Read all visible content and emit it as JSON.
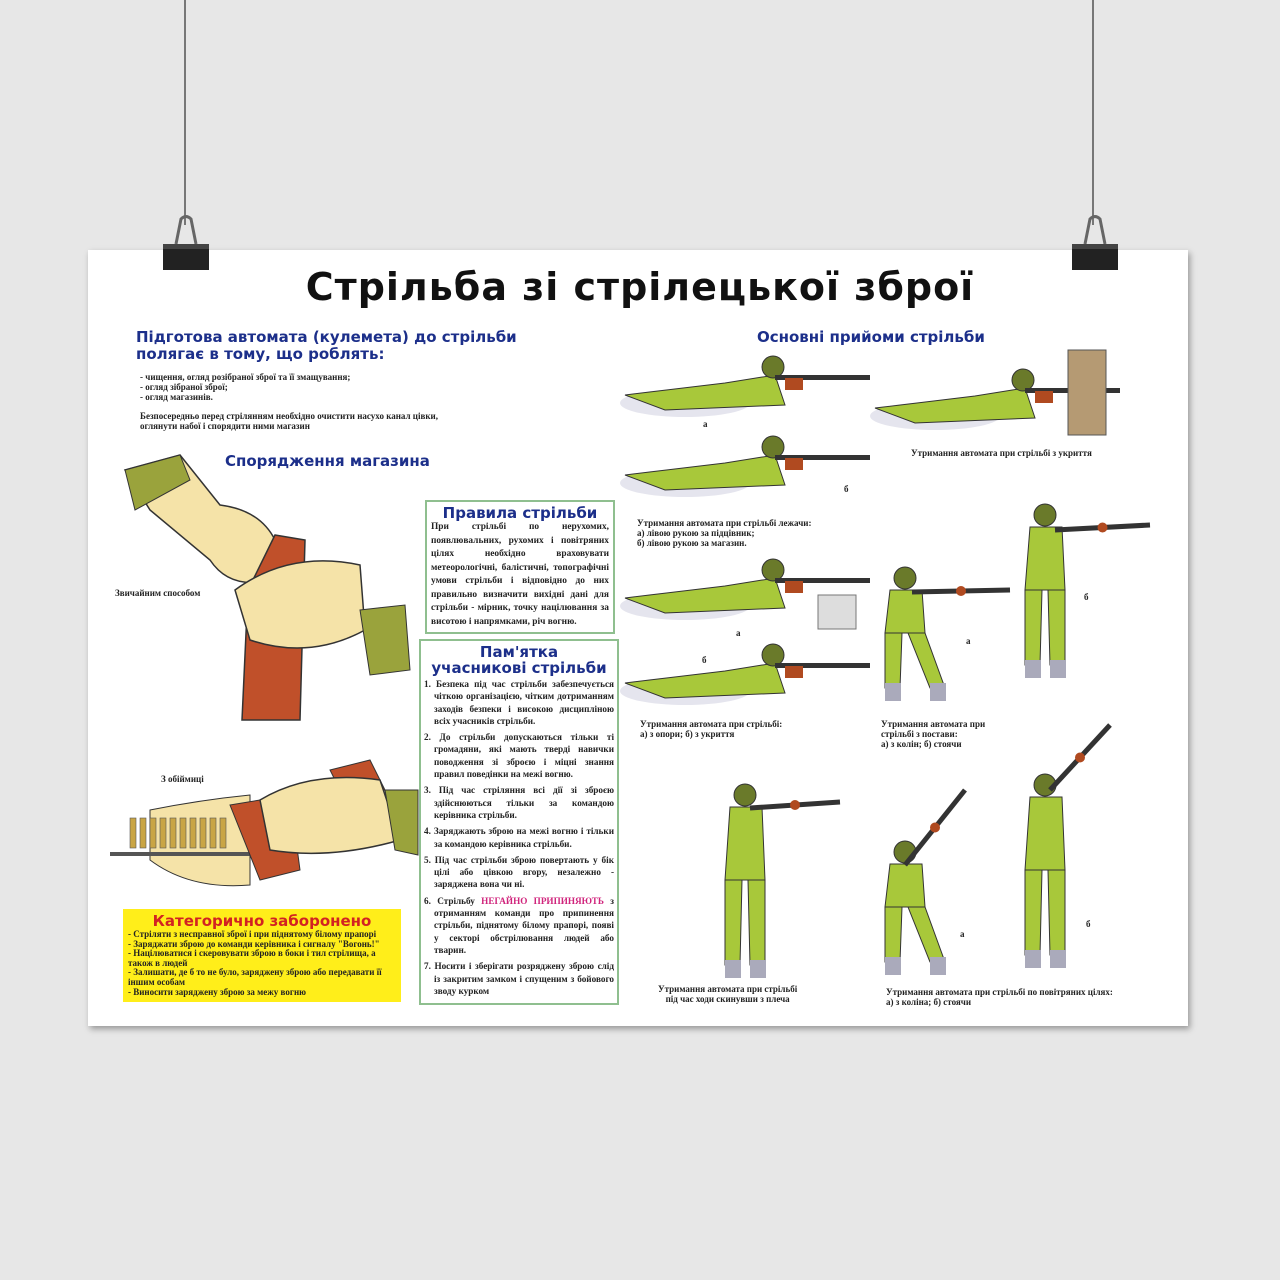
{
  "title": "Стрільба зі стрілецької зброї",
  "preparation": {
    "heading_line1": "Підготова автомата (кулемета) до стрільби",
    "heading_line2": "полягає в тому, що роблять:",
    "items": [
      "- чищення, огляд розібраної зброї та її змащування;",
      "- огляд зібраної зброї;",
      "- огляд магазинів."
    ],
    "note_line1": "Безпосередньо перед стрілянням необхідно очистити насухо канал цівки,",
    "note_line2": "оглянути набої і спорядити ними магазин"
  },
  "magazine": {
    "heading": "Спорядження магазина",
    "label_normal": "Звичайним способом",
    "label_clip": "З обіймиці"
  },
  "rules": {
    "heading": "Правила стрільби",
    "text": "При стрільбі по нерухомих, появлювальних, рухомих і повітряних цілях необхідно враховувати метеорологічні, балістичні, топографічні умови стрільби і відповідно до них правильно визначити вихідні дані для стрільби - мірник, точку націлювання за висотою і напрямками, річ вогню."
  },
  "memo": {
    "heading_line1": "Пам'ятка",
    "heading_line2": "учасникові стрільби",
    "items": [
      "1. Безпека під час стрільби забезпечується чіткою організацією, чітким дотриманням заходів безпеки і високою дисципліною всіх учасників стрільби.",
      "2. До стрільби допускаються тільки ті громадяни, які мають тверді навички поводження зі зброєю і міцні знання правил поведінки на межі вогню.",
      "3. Під час стріляння всі дії зі зброєю здійснюються тільки за командою керівника стрільби.",
      "4. Заряджають зброю на межі вогню і тільки за командою керівника стрільби.",
      "5. Під час стрільби зброю повертають у бік цілі або цівкою вгору, незалежно - заряджена вона чи ні."
    ],
    "item6_start": "6. Стрільбу",
    "item6_highlight": "НЕГАЙНО ПРИПИНЯЮТЬ",
    "item6_end": "з отриманням команди про припинення стрільби, піднятому білому прапорі, появі у секторі обстрілювання людей або тварин.",
    "item7": "7. Носити і зберігати розряджену зброю слід із закритим замком і спущеним з бойового зводу курком",
    "highlight_color": "#d0247c"
  },
  "forbidden": {
    "heading": "Категорично заборонено",
    "items": [
      "- Стріляти з несправної зброї і при піднятому білому прапорі",
      "- Заряджати зброю до команди керівника і сигналу \"Вогонь!\"",
      "- Націлюватися і скеровувати зброю в боки і тил стрілища, а також в людей",
      "- Залишати, де б то не було, заряджену зброю або передавати її іншим особам",
      "- Виносити заряджену зброю за межу вогню"
    ],
    "background": "#ffee1a",
    "heading_color": "#d22222"
  },
  "techniques": {
    "heading": "Основні прийоми стрільби",
    "labels": {
      "a": "а",
      "b": "б"
    },
    "cap_cover": "Утримання автомата при стрільбі з укриття",
    "cap_prone": [
      "Утримання автомата при стрільбі  лежачи:",
      "а) лівою рукою за підцівник;",
      "б) лівою рукою за магазин."
    ],
    "cap_support": [
      "Утримання автомата при стрільбі:",
      "а) з опори; б) з укриття"
    ],
    "cap_stance": [
      "Утримання автомата при",
      "стрільбі з постави:",
      "а) з колін; б) стоячи"
    ],
    "cap_walking": [
      "Утримання автомата при стрільбі",
      "під час ходи скинувши з плеча"
    ],
    "cap_air": [
      "Утримання автомата при стрільбі  по повітряних цілях:",
      "а) з коліна; б) стоячи"
    ]
  },
  "colors": {
    "heading_blue": "#1c2f8a",
    "uniform": "#a8c83a",
    "box_border": "#8fbf8f"
  }
}
